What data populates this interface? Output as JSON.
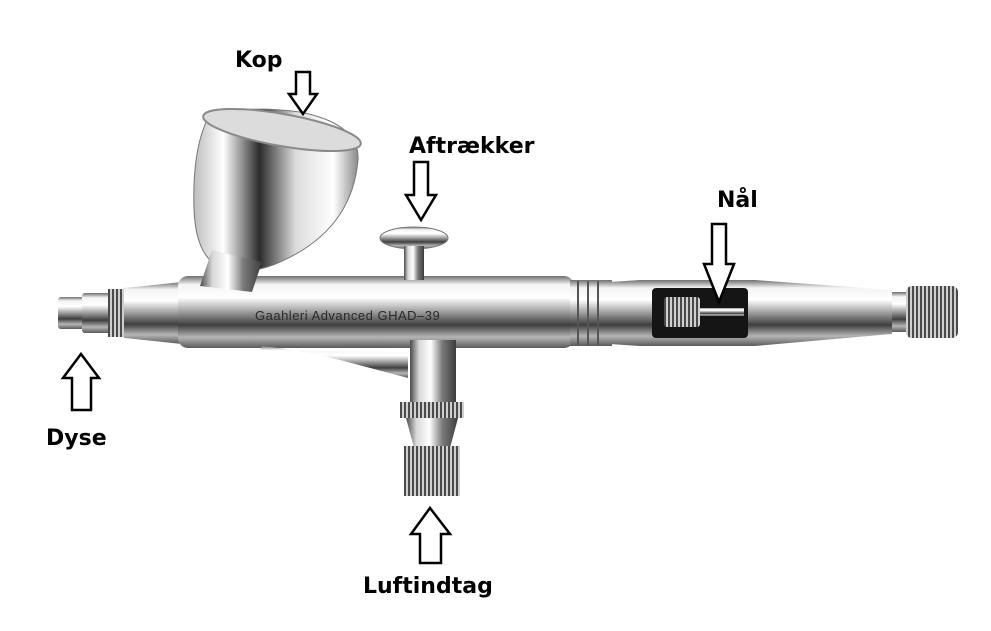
{
  "labels": {
    "cup": "Kop",
    "trigger": "Aftrækker",
    "needle": "Nål",
    "nozzle": "Dyse",
    "air_intake": "Luftindtag"
  },
  "body_engraving": "Gaahleri   Advanced   GHAD–39"
}
